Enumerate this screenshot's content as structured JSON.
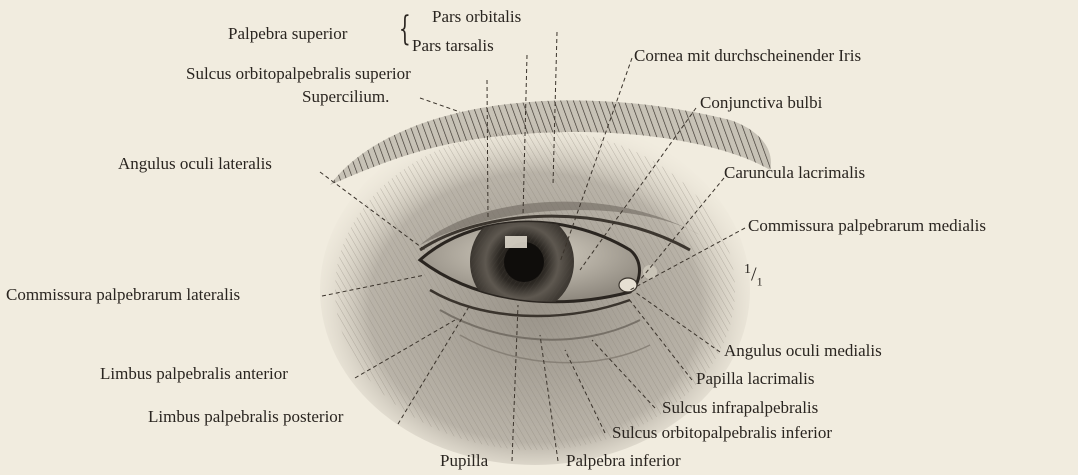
{
  "figure": {
    "scale_num": "1",
    "scale_den": "1",
    "labels": {
      "palpebra_superior": "Palpebra superior",
      "pars_orbitalis": "Pars orbitalis",
      "pars_tarsalis": "Pars tarsalis",
      "sulcus_orbitopalpebralis_superior": "Sulcus orbitopalpebralis superior",
      "supercilium": "Supercilium.",
      "cornea": "Cornea mit durchscheinender Iris",
      "conjunctiva_bulbi": "Conjunctiva bulbi",
      "angulus_oculi_lateralis": "Angulus oculi lateralis",
      "caruncula_lacrimalis": "Caruncula lacrimalis",
      "commissura_palpebrarum_medialis": "Commissura palpebrarum medialis",
      "commissura_palpebrarum_lateralis": "Commissura palpebrarum lateralis",
      "angulus_oculi_medialis": "Angulus oculi medialis",
      "limbus_palpebralis_anterior": "Limbus palpebralis anterior",
      "papilla_lacrimalis": "Papilla lacrimalis",
      "sulcus_infrapalpebralis": "Sulcus infrapalpebralis",
      "limbus_palpebralis_posterior": "Limbus palpebralis posterior",
      "sulcus_orbitopalpebralis_inferior": "Sulcus orbitopalpebralis inferior",
      "pupilla": "Pupilla",
      "palpebra_inferior": "Palpebra inferior"
    }
  }
}
